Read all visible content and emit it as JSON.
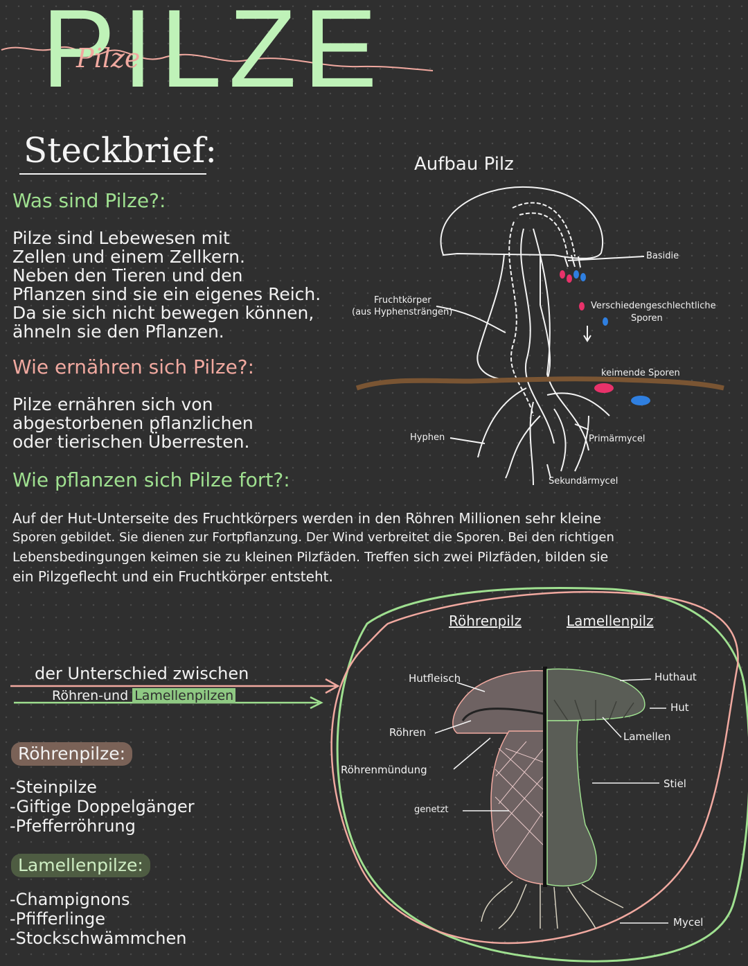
{
  "title": "PILZE",
  "handwritten_title": "Pilze",
  "steckbrief": "Steckbrief:",
  "q1": {
    "question": "Was sind Pilze?:",
    "lines": [
      "Pilze sind Lebewesen mit",
      "Zellen und einem Zellkern.",
      "Neben den Tieren und den",
      "Pflanzen sind sie ein eigenes Reich.",
      "Da sie sich nicht bewegen können,",
      "ähneln sie den Pflanzen."
    ]
  },
  "q2": {
    "question": "Wie ernähren sich Pilze?:",
    "lines": [
      "Pilze ernähren sich von",
      "abgestorbenen pflanzlichen",
      "oder tierischen Überresten."
    ]
  },
  "q3": {
    "question": "Wie pflanzen sich Pilze fort?:",
    "lines": [
      "Auf der Hut-Unterseite des Fruchtkörpers werden in den Röhren Millionen sehr kleine",
      "Sporen gebildet. Sie dienen zur Fortpflanzung. Der Wind verbreitet die Sporen. Bei den richtigen",
      "Lebensbedingungen keimen sie zu kleinen Pilzfäden. Treffen sich zwei Pilzfäden, bilden sie",
      "ein Pilzgeflecht und ein Fruchtkörper entsteht."
    ]
  },
  "diagram1": {
    "title": "Aufbau Pilz",
    "labels": {
      "basidie": "Basidie",
      "fruchtkoerper_1": "Fruchtkörper",
      "fruchtkoerper_2": "(aus Hyphensträngen)",
      "sporen_1": "Verschiedengeschlechtliche",
      "sporen_2": "Sporen",
      "keimende": "keimende Sporen",
      "hyphen": "Hyphen",
      "primaer": "Primärmycel",
      "sekundaer": "Sekundärmycel"
    }
  },
  "unterschied": {
    "line1": "der Unterschied zwischen",
    "line2_a": "Röhren-und ",
    "line2_b": "Lamellenpilzen"
  },
  "roehrenpilze": {
    "heading": "Röhrenpilze:",
    "items": [
      "-Steinpilze",
      "-Giftige Doppelgänger",
      "-Pfefferröhrung"
    ]
  },
  "lamellenpilze": {
    "heading": "Lamellenpilze:",
    "items": [
      "-Champignons",
      "-Pfifferlinge",
      "-Stockschwämmchen"
    ]
  },
  "diagram2": {
    "col_left": "Röhrenpilz",
    "col_right": "Lamellenpilz",
    "labels": {
      "hutfleisch": "Hutfleisch",
      "roehren": "Röhren",
      "roehrenmuendung": "Röhrenmündung",
      "genetzt": "genetzt",
      "huthaut": "Huthaut",
      "hut": "Hut",
      "lamellen": "Lamellen",
      "stiel": "Stiel",
      "mycel": "Mycel"
    }
  },
  "colors": {
    "background": "#2f2f2f",
    "green": "#9fe090",
    "title_green": "#bff2b8",
    "pink": "#f1a9a0",
    "spore_pink": "#e8326a",
    "spore_blue": "#2f7fe0",
    "soil": "#7a5533",
    "mushroom_left": "#6e6262",
    "mushroom_right": "#5a5d56"
  }
}
